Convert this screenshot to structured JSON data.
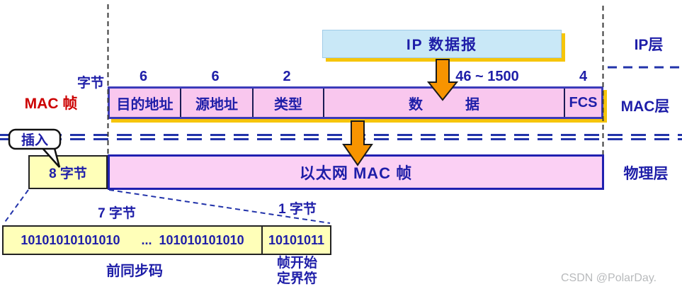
{
  "labels": {
    "byte_unit": "字节",
    "mac_frame": "MAC 帧",
    "insert": "插入"
  },
  "ip_datagram": {
    "label": "IP 数据报"
  },
  "layers": {
    "ip": "IP层",
    "mac": "MAC层",
    "physical": "物理层"
  },
  "mac_fields": [
    {
      "label": "目的地址",
      "size": "6"
    },
    {
      "label": "源地址",
      "size": "6"
    },
    {
      "label": "类型",
      "size": "2"
    },
    {
      "label": "数　　　据",
      "size": "46 ~ 1500"
    },
    {
      "label": "FCS",
      "size": "4"
    }
  ],
  "physical_row": {
    "preamble_bytes": "8 字节",
    "ethernet_frame": "以太网 MAC 帧"
  },
  "preamble_detail": {
    "seven_bytes": "7 字节",
    "one_byte": "1 字节",
    "preamble_bits": "10101010101010      ...  101010101010",
    "sfd_bits": "10101011",
    "preamble_label": "前同步码",
    "sfd_label_line1": "帧开始",
    "sfd_label_line2": "定界符"
  },
  "watermark": "CSDN @PolarDay.",
  "colors": {
    "text_navy": "#1e1ea8",
    "mac_frame_red": "#cc0000",
    "field_pink": "#f9c7ee",
    "preamble_yellow": "#ffffb9",
    "ip_box_blue": "#c9e8f7",
    "shadow_gold": "#f6c50a",
    "arrow_orange": "#f79400",
    "dash_blue": "#2233aa"
  }
}
